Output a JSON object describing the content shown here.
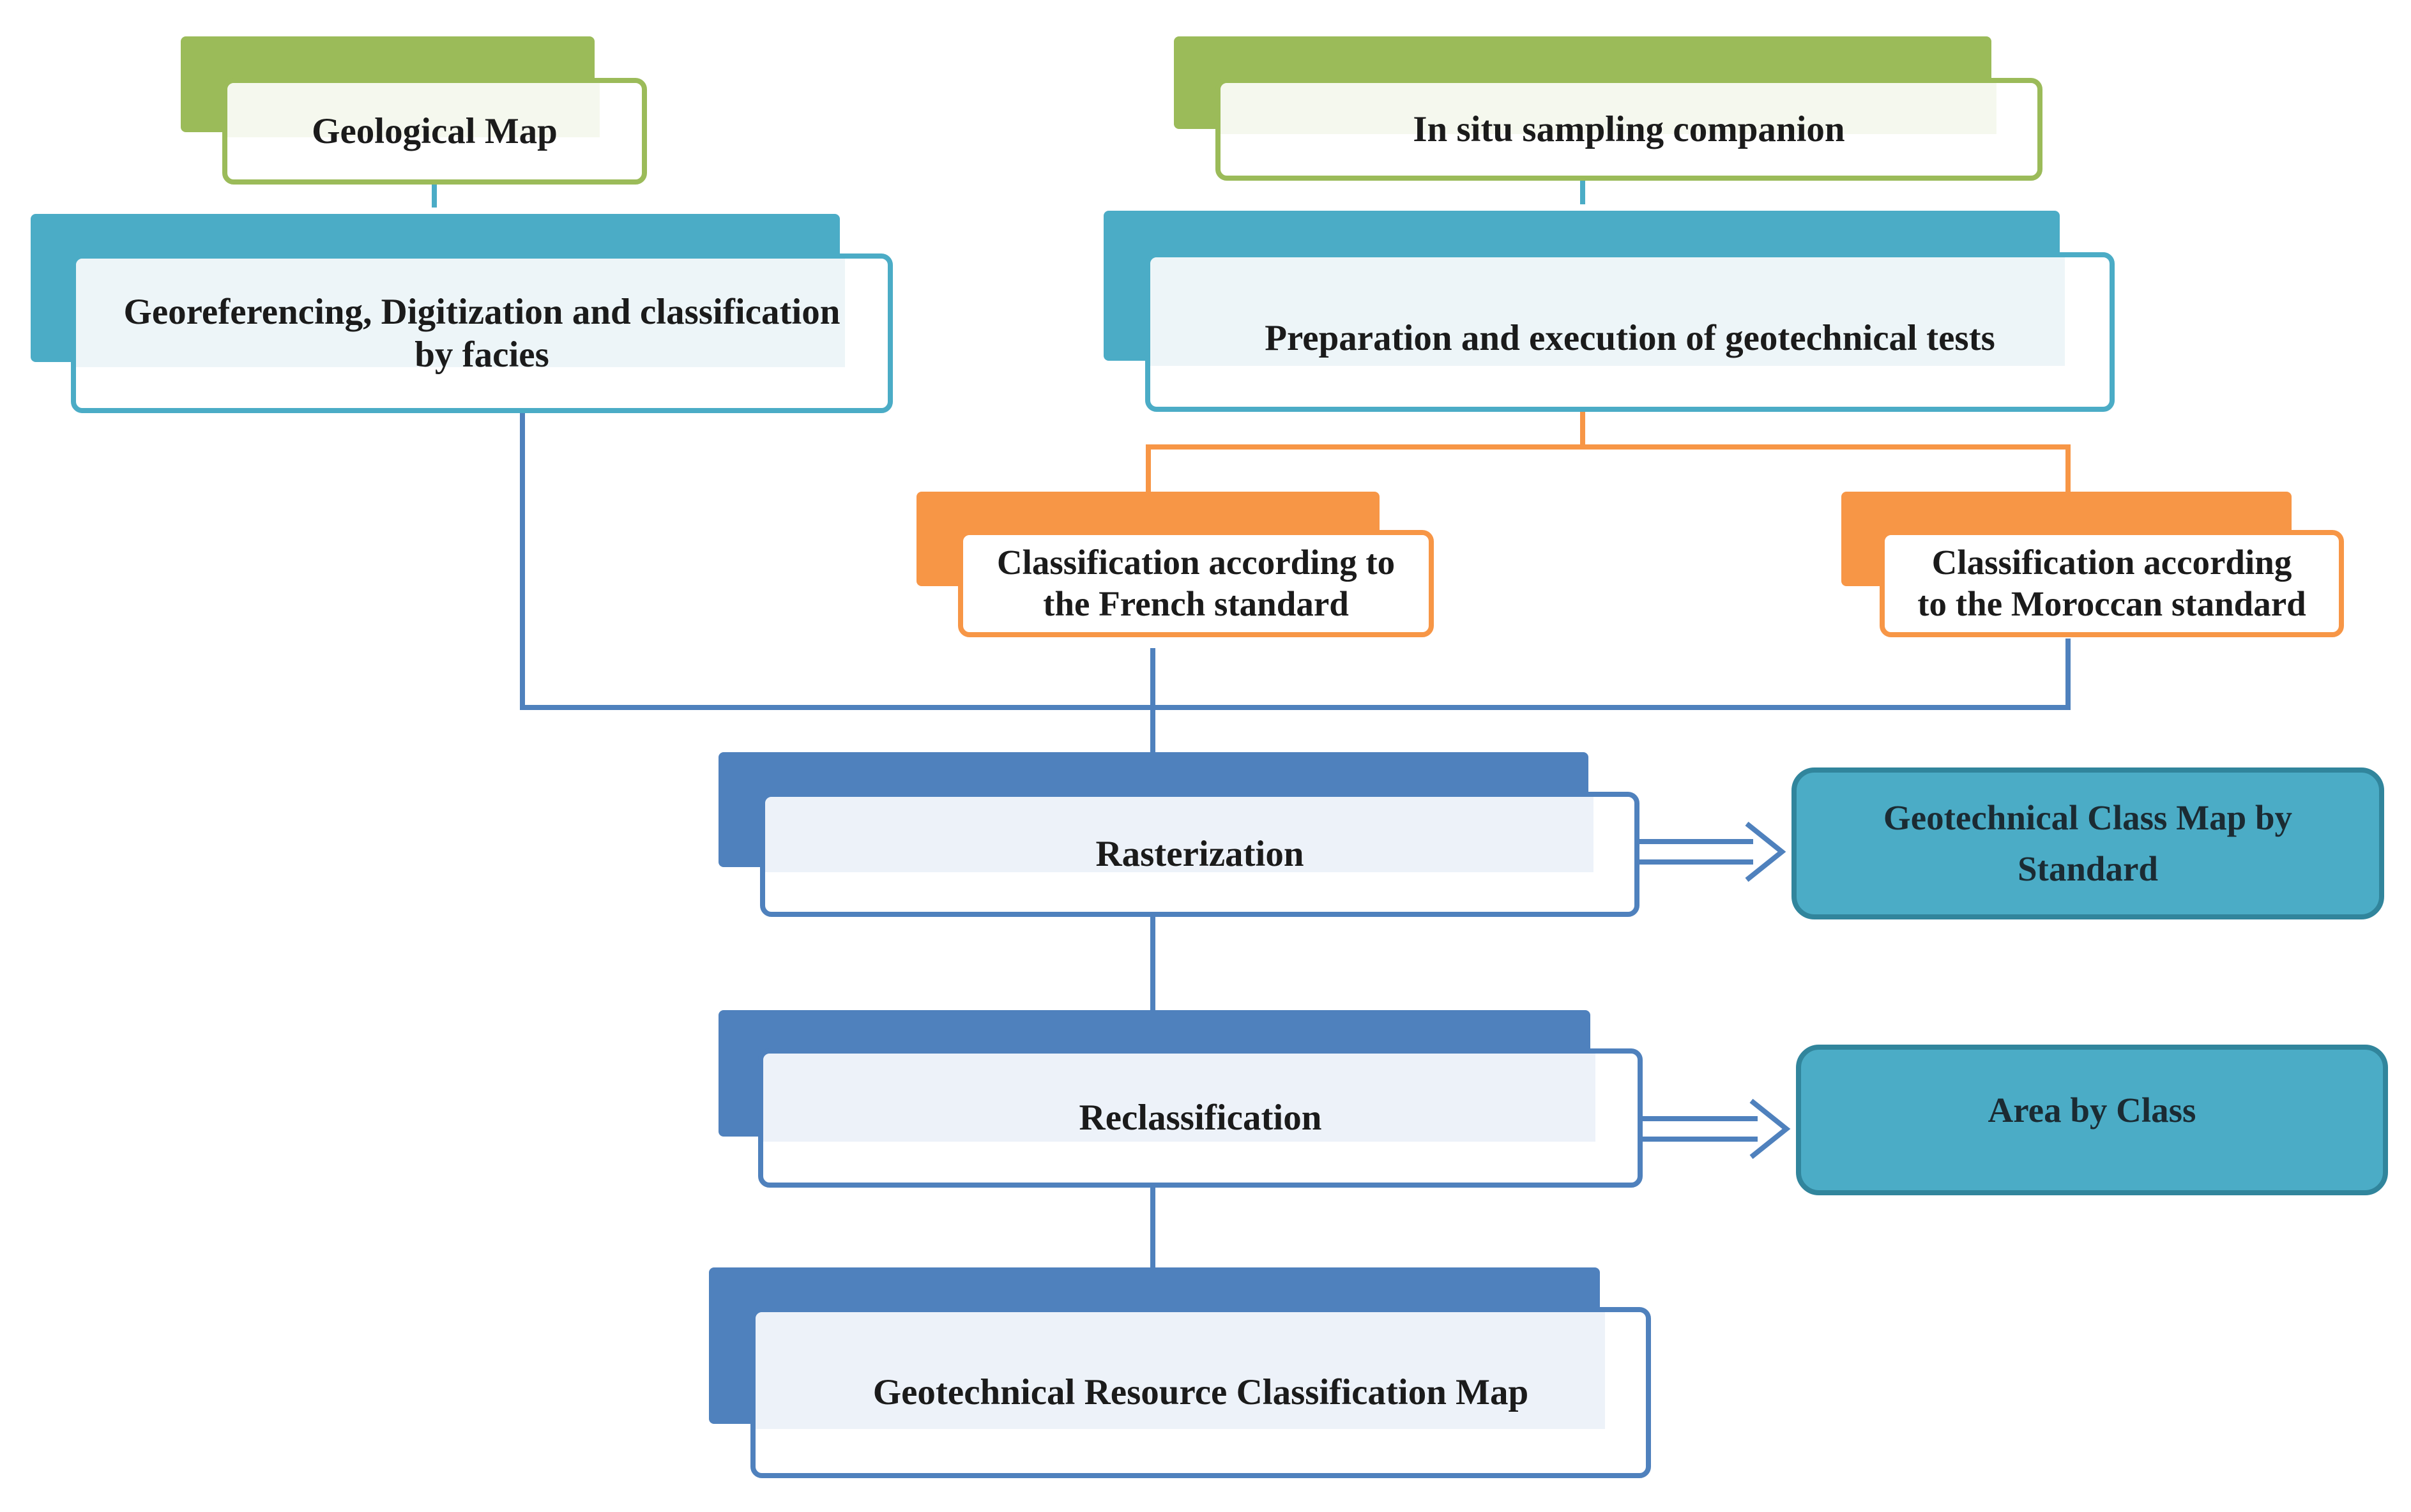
{
  "nodes": {
    "geological_map": "Geological Map",
    "in_situ_sampling": "In situ sampling companion",
    "georeferencing": "Georeferencing, Digitization and classification\nby facies",
    "preparation_tests": "Preparation and execution of geotechnical tests",
    "french_standard": "Classification according to\nthe French standard",
    "moroccan_standard": "Classification according\nto the Moroccan standard",
    "rasterization": "Rasterization",
    "reclassification": "Reclassification",
    "resource_map": "Geotechnical Resource Classification Map"
  },
  "outputs": {
    "class_map_by_standard": "Geotechnical Class Map by\nStandard",
    "area_by_class": "Area by Class"
  },
  "colors": {
    "green": "#9bbb59",
    "teal": "#4bacc6",
    "orange": "#f79646",
    "blue": "#4f81bd",
    "output_fill": "#4bacc6",
    "output_border": "#31859c"
  }
}
